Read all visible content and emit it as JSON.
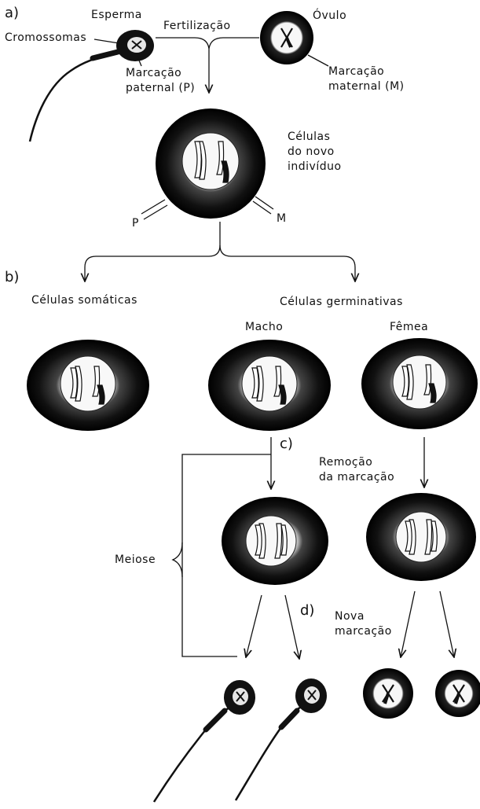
{
  "sections": {
    "a": "a)",
    "b": "b)",
    "c": "c)",
    "d": "d)"
  },
  "labels": {
    "esperma": "Esperma",
    "cromossomas": "Cromossomas",
    "fertilizacao": "Fertilização",
    "ovulo": "Óvulo",
    "marcacao_paternal_1": "Marcação",
    "marcacao_paternal_2": "paternal (P)",
    "marcacao_maternal_1": "Marcação",
    "marcacao_maternal_2": "maternal (M)",
    "celulas_novo_1": "Células",
    "celulas_novo_2": "do novo",
    "celulas_novo_3": "indivíduo",
    "p": "P",
    "m": "M",
    "celulas_somaticas": "Células somáticas",
    "celulas_germinativas": "Células germinativas",
    "macho": "Macho",
    "femea": "Fêmea",
    "remocao_1": "Remoção",
    "remocao_2": "da marcação",
    "meiose": "Meiose",
    "nova_1": "Nova",
    "nova_2": "marcação"
  },
  "colors": {
    "ink": "#111111",
    "paper": "#ffffff"
  }
}
